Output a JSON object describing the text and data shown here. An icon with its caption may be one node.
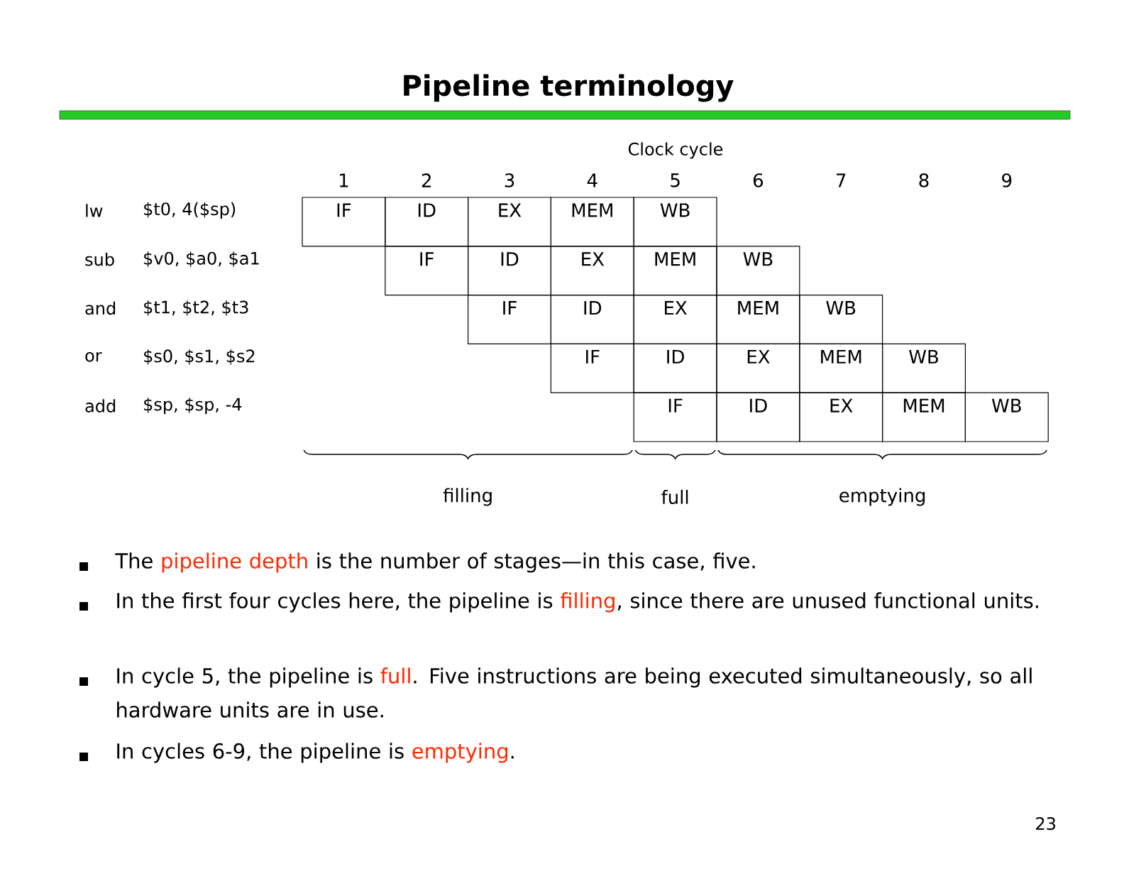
{
  "diagram": {
    "title": "Pipeline terminology",
    "labels": [
      "Clock cycle",
      "1",
      "2",
      "3",
      "4",
      "5",
      "6",
      "7",
      "8",
      "9",
      "lw",
      "$t0, 4($sp)",
      "IF",
      "ID",
      "EX",
      "MEM",
      "WB",
      "sub",
      "$v0, $a0, $a1",
      "IF",
      "ID",
      "EX",
      "MEM",
      "WB",
      "and",
      "$t1, $t2, $t3",
      "IF",
      "ID",
      "EX",
      "MEM",
      "WB",
      "or",
      "$s0, $s1, $s2",
      "IF",
      "ID",
      "EX",
      "MEM",
      "WB",
      "add",
      "$sp, $sp, -4",
      "IF",
      "ID",
      "EX",
      "MEM",
      "WB",
      "filling",
      "full",
      "emptying",
      "The",
      "pipeline depth",
      "is the number of stages—in this case, five.",
      "In the first four cycles here, the pipeline is",
      "filling",
      ", since there are unused functional units.",
      "In cycle 5, the pipeline is",
      "full",
      ". Five instructions are being executed simultaneously, so all hardware units are in use.",
      "In cycles 6-9, the pipeline is",
      "emptying",
      ".",
      "23"
    ]
  }
}
